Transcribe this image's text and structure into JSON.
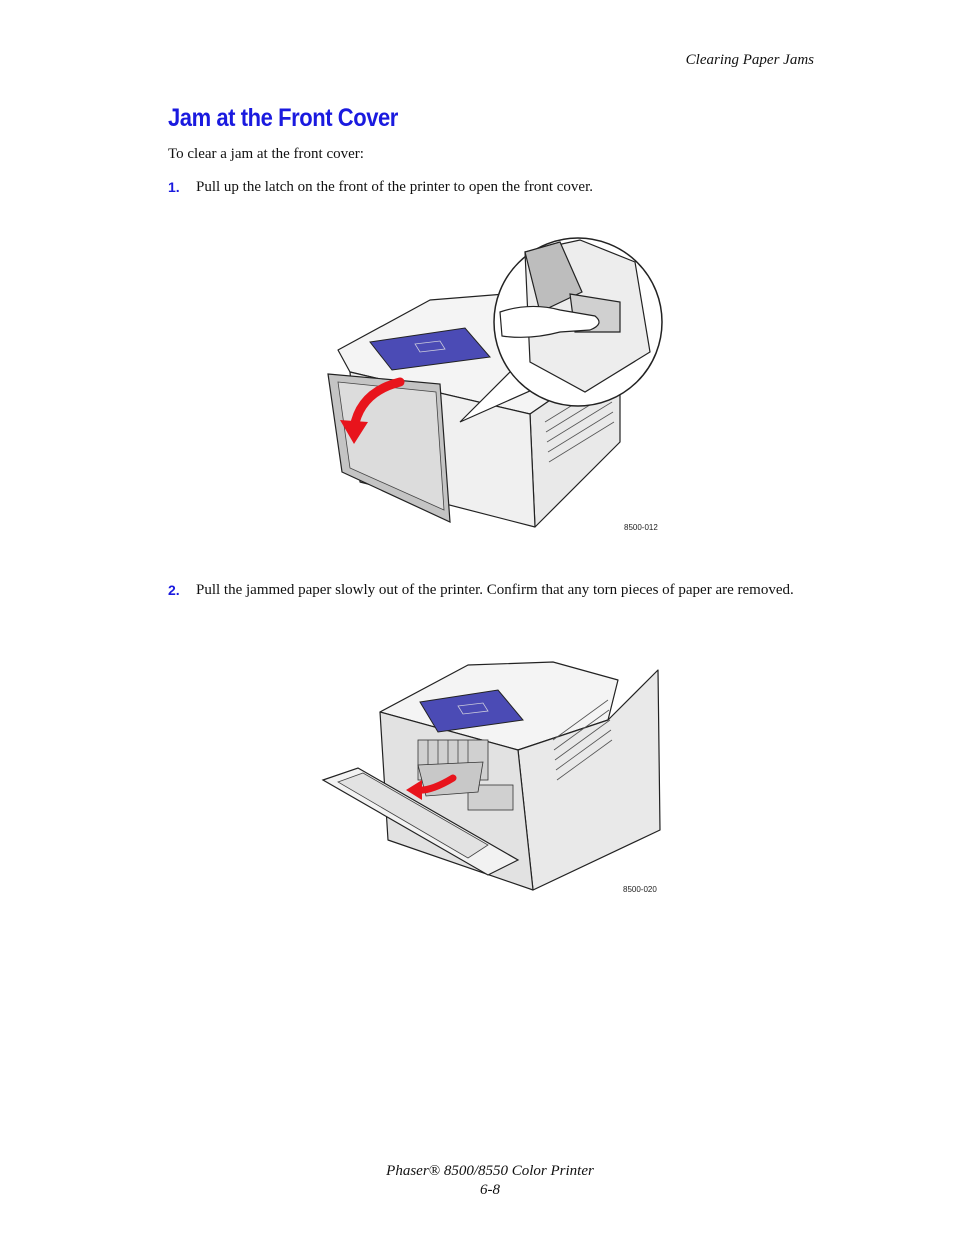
{
  "header": {
    "running_head": "Clearing Paper Jams"
  },
  "section": {
    "title": "Jam at the Front Cover",
    "intro": "To clear a jam at the front cover:"
  },
  "steps": [
    {
      "number": "1.",
      "text": "Pull up the latch on the front of the printer to open the front cover."
    },
    {
      "number": "2.",
      "text": "Pull the jammed paper slowly out of the printer. Confirm that any torn pieces of paper are removed."
    }
  ],
  "figures": [
    {
      "code": "8500-012",
      "subject": "printer-front-cover-open-with-latch-callout",
      "arrow_color": "#e8141c",
      "panel_color": "#4b4bb5"
    },
    {
      "code": "8500-020",
      "subject": "printer-front-cover-open-jammed-paper",
      "arrow_color": "#e8141c",
      "panel_color": "#4b4bb5"
    }
  ],
  "footer": {
    "product": "Phaser® 8500/8550 Color Printer",
    "page_number": "6-8"
  }
}
